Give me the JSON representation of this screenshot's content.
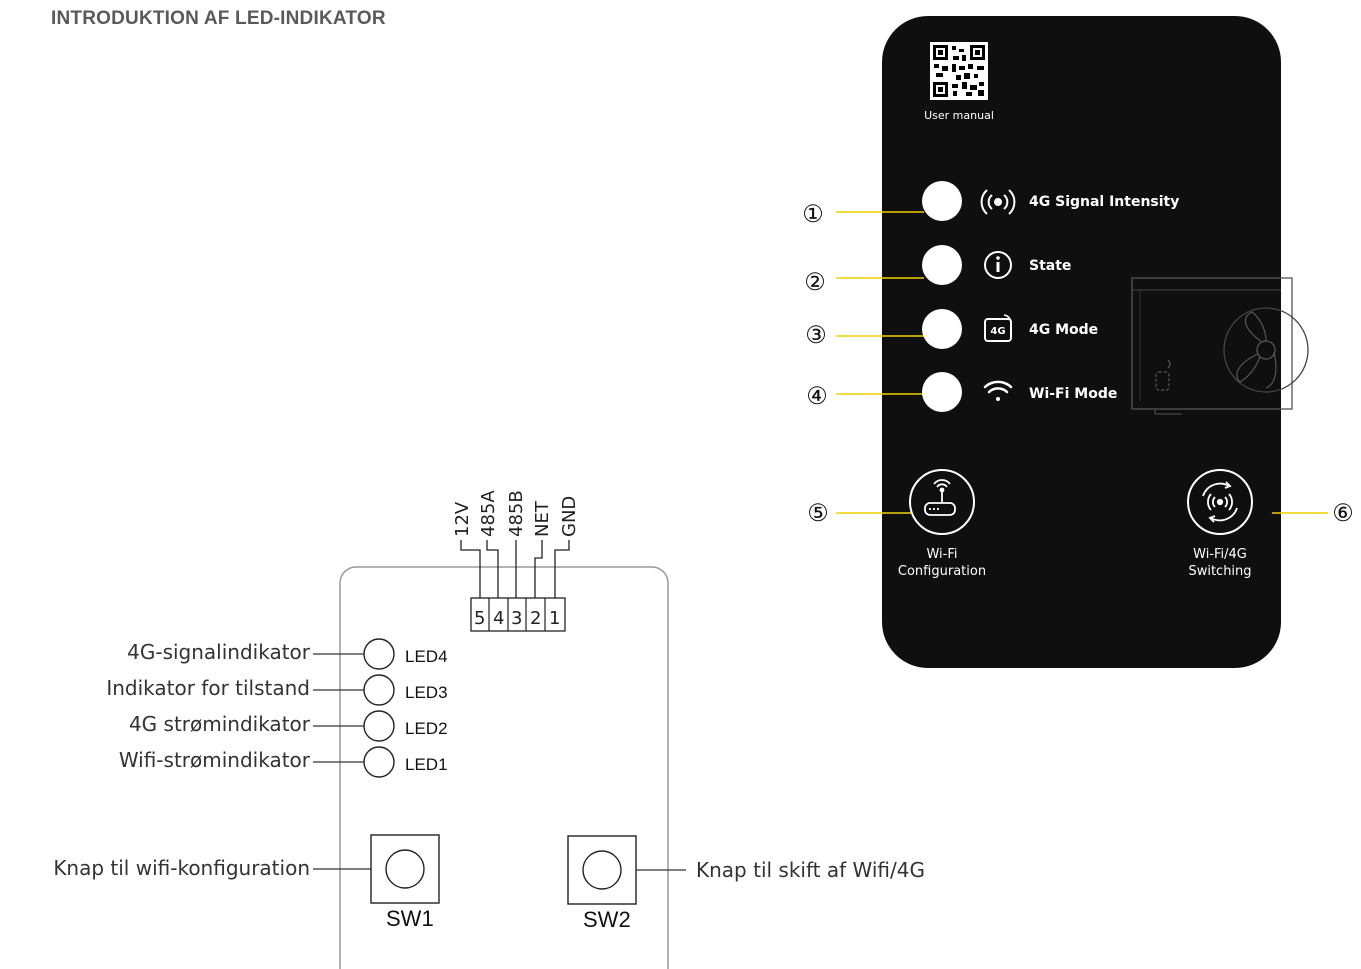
{
  "title": "INTRODUKTION AF LED-INDIKATOR",
  "board": {
    "pins": [
      {
        "num": "5",
        "label": "12V"
      },
      {
        "num": "4",
        "label": "485A"
      },
      {
        "num": "3",
        "label": "485B"
      },
      {
        "num": "2",
        "label": "NET"
      },
      {
        "num": "1",
        "label": "GND"
      }
    ],
    "leds": [
      {
        "name": "LED4",
        "description": "4G-signalindikator"
      },
      {
        "name": "LED3",
        "description": "Indikator for tilstand"
      },
      {
        "name": "LED2",
        "description": "4G strømindikator"
      },
      {
        "name": "LED1",
        "description": "Wifi-strømindikator"
      }
    ],
    "switches": [
      {
        "name": "SW1",
        "description": "Knap til wifi-konfiguration"
      },
      {
        "name": "SW2",
        "description": "Knap til skift af Wifi/4G"
      }
    ]
  },
  "device": {
    "qr_caption": "User manual",
    "indicators": [
      {
        "number": "①",
        "label": "4G Signal Intensity",
        "icon": "signal-broadcast-icon"
      },
      {
        "number": "②",
        "label": "State",
        "icon": "info-icon"
      },
      {
        "number": "③",
        "label": "4G Mode",
        "icon": "4g-icon"
      },
      {
        "number": "④",
        "label": "Wi-Fi Mode",
        "icon": "wifi-icon"
      }
    ],
    "icon_4g_text": "4G",
    "buttons": [
      {
        "number": "⑤",
        "label_line1": "Wi-Fi",
        "label_line2": "Configuration",
        "icon": "router-icon"
      },
      {
        "number": "⑥",
        "label_line1": "Wi-Fi/4G",
        "label_line2": "Switching",
        "icon": "switch-signal-icon"
      }
    ]
  },
  "colors": {
    "device_body": "#0f0f0f",
    "leader_line": "#f0d000",
    "board_outline": "#9a9a9a"
  }
}
